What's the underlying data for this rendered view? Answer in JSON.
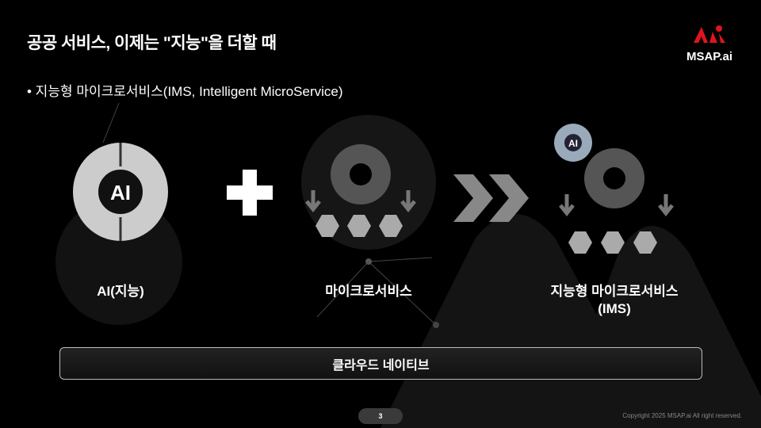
{
  "header": {
    "title": "공공 서비스, 이제는 \"지능\"을 더할 때",
    "logo_text": "MSAP.ai"
  },
  "bullet": "• 지능형 마이크로서비스(IMS, Intelligent MicroService)",
  "items": [
    {
      "label": "AI(지능)",
      "icon_text": "AI"
    },
    {
      "label": "마이크로서비스"
    },
    {
      "label_line1": "지능형 마이크로서비스",
      "label_line2": "(IMS)",
      "icon_text": "AI"
    }
  ],
  "cloud_label": "클라우드 네이티브",
  "footer": {
    "page": "3",
    "copyright": "Copyright 2025 MSAP.ai All right reserved."
  },
  "colors": {
    "accent": "#e0141e",
    "background": "#000000"
  }
}
